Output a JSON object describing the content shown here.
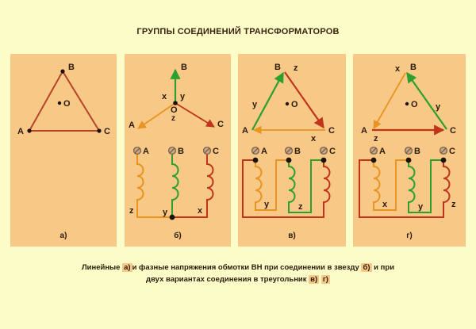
{
  "document": {
    "title": "ГРУППЫ СОЕДИНЕНИЙ ТРАНСФОРМАТОРОВ",
    "background_color": "#fcfcc8",
    "panel_color": "#f8c887"
  },
  "colors": {
    "phase_a_orange": "#e8941f",
    "phase_b_green": "#2e9e2e",
    "phase_c_red": "#c0341c",
    "triangle_brick": "#b5452a",
    "text": "#2a1a08",
    "terminal_fill": "#c9a98a",
    "terminal_stroke": "#7a6046",
    "node": "#1d1208"
  },
  "panels": [
    {
      "id": "a",
      "letter": "а)",
      "type": "line-voltage-triangle",
      "vertices": [
        {
          "name": "A",
          "label": "A"
        },
        {
          "name": "B",
          "label": "B"
        },
        {
          "name": "C",
          "label": "C"
        }
      ],
      "center_label": "O"
    },
    {
      "id": "b",
      "letter": "б)",
      "type": "star",
      "vector": {
        "center_label": "O",
        "rays": [
          {
            "tip_label": "B",
            "end_label": "y",
            "color": "phase_b_green"
          },
          {
            "tip_label": "A",
            "end_label": "x",
            "color": "phase_a_orange"
          },
          {
            "tip_label": "C",
            "end_label": "z",
            "color": "phase_c_red"
          }
        ]
      },
      "windings": {
        "terminals": [
          "A",
          "B",
          "C"
        ],
        "end_labels": [
          "z",
          "y",
          "x"
        ],
        "colors": [
          "phase_a_orange",
          "phase_b_green",
          "phase_c_red"
        ],
        "has_neutral_node": true
      }
    },
    {
      "id": "v",
      "letter": "в)",
      "type": "delta-variant-1",
      "vector": {
        "center_label": "O",
        "vertices": [
          "A",
          "B",
          "C"
        ],
        "edges": [
          {
            "from": "A",
            "to": "B",
            "label": "y",
            "color": "phase_b_green"
          },
          {
            "from": "B",
            "to": "C",
            "label": "z",
            "color": "phase_c_red"
          },
          {
            "from": "C",
            "to": "A",
            "label": "x",
            "color": "phase_a_orange"
          }
        ]
      },
      "windings": {
        "terminals": [
          "A",
          "B",
          "C"
        ],
        "end_labels": [
          "y",
          "z",
          ""
        ],
        "colors": [
          "phase_a_orange",
          "phase_b_green",
          "phase_c_red"
        ],
        "has_neutral_node": false
      }
    },
    {
      "id": "g",
      "letter": "г)",
      "type": "delta-variant-2",
      "vector": {
        "center_label": "O",
        "vertices": [
          "A",
          "B",
          "C"
        ],
        "edges": [
          {
            "from": "B",
            "to": "A",
            "label": "x",
            "color": "phase_a_orange"
          },
          {
            "from": "C",
            "to": "B",
            "label": "y",
            "color": "phase_b_green"
          },
          {
            "from": "A",
            "to": "C",
            "label": "z",
            "color": "phase_c_red"
          }
        ]
      },
      "windings": {
        "terminals": [
          "A",
          "B",
          "C"
        ],
        "end_labels": [
          "x",
          "y",
          "z"
        ],
        "colors": [
          "phase_a_orange",
          "phase_b_green",
          "phase_c_red"
        ],
        "has_neutral_node": false
      }
    }
  ],
  "caption": {
    "line1_part1": "Линейные",
    "tag_a": "а)",
    "line1_part2": "и фазные напряжения обмотки ВН при соединении в звезду",
    "tag_b": "б)",
    "line1_part3": "и при",
    "line2_part1": "двух вариантах  соединения в треугольник",
    "tag_v": "в)",
    "tag_g": "г)"
  }
}
